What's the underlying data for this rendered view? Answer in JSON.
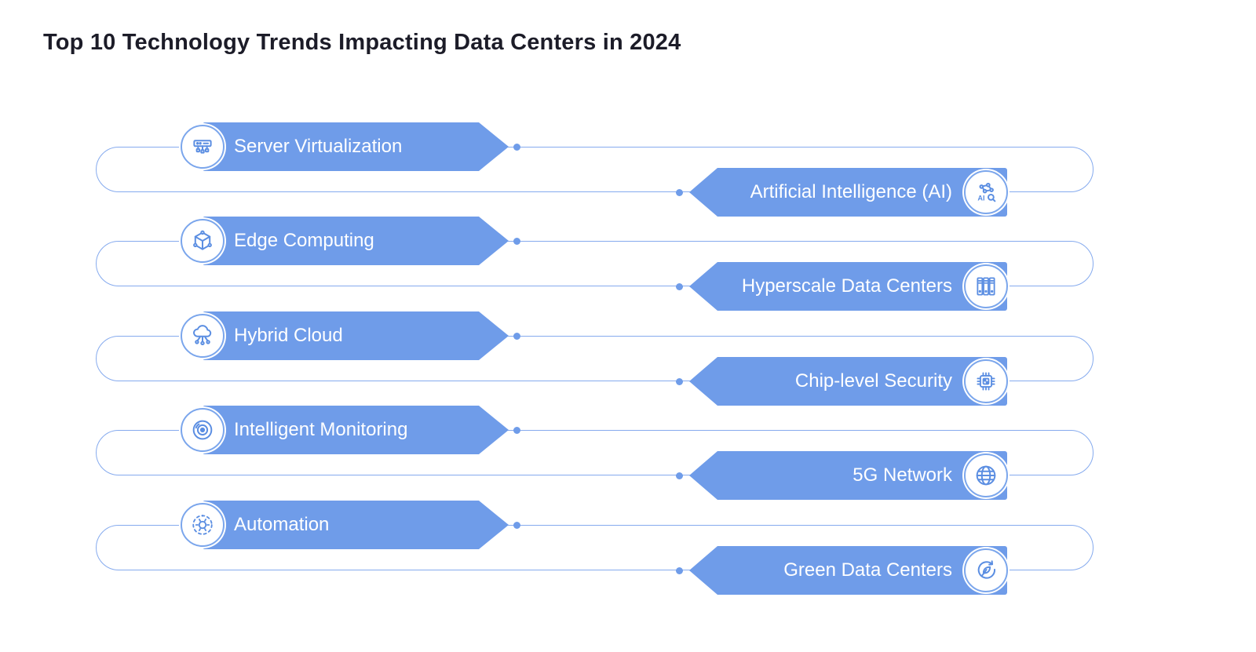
{
  "title": "Top 10 Technology Trends Impacting Data Centers in 2024",
  "colors": {
    "banner_blue": "#6f9ce9",
    "connector_line_blue": "#85aaee",
    "icon_stroke_blue": "#5b8ee2",
    "banner_text": "#ffffff",
    "title_text": "#1c1c28",
    "background": "#ffffff"
  },
  "pairs": [
    {
      "left": {
        "label": "Server Virtualization",
        "icon": "server-icon"
      },
      "right": {
        "label": "Artificial Intelligence (AI)",
        "icon": "ai-circuit-icon"
      }
    },
    {
      "left": {
        "label": "Edge Computing",
        "icon": "cube-network-icon"
      },
      "right": {
        "label": "Hyperscale Data Centers",
        "icon": "server-racks-icon"
      }
    },
    {
      "left": {
        "label": "Hybrid Cloud",
        "icon": "cloud-network-icon"
      },
      "right": {
        "label": "Chip-level Security",
        "icon": "secure-chip-icon"
      }
    },
    {
      "left": {
        "label": "Intelligent Monitoring",
        "icon": "camera-lens-icon"
      },
      "right": {
        "label": "5G Network",
        "icon": "globe-icon"
      }
    },
    {
      "left": {
        "label": "Automation",
        "icon": "gear-icon"
      },
      "right": {
        "label": "Green Data Centers",
        "icon": "eco-leaf-icon"
      }
    }
  ]
}
